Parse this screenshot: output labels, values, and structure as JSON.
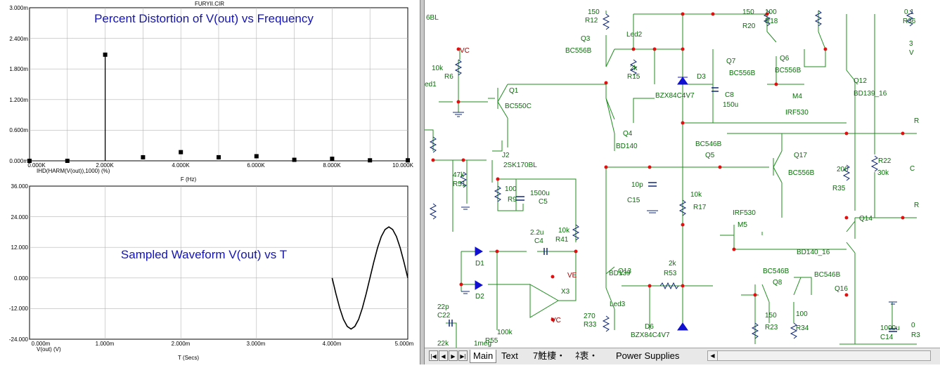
{
  "plot_window": {
    "file_title": "FURYII.CIR",
    "top_plot": {
      "title": "Percent Distortion of V(out) vs Frequency",
      "trace_label": "IHD(HARM(V(out)),1000) (%)",
      "xlabel": "F (Hz)",
      "y_ticks": [
        "3.000m",
        "2.400m",
        "1.800m",
        "1.200m",
        "0.600m",
        "0.000m"
      ],
      "x_ticks": [
        "0.000K",
        "2.000K",
        "4.000K",
        "6.000K",
        "8.000K",
        "10.000K"
      ]
    },
    "bottom_plot": {
      "title": "Sampled Waveform  V(out) vs T",
      "trace_label": "V(out) (V)",
      "xlabel": "T (Secs)",
      "y_ticks": [
        "36.000",
        "24.000",
        "12.000",
        "0.000",
        "-12.000",
        "-24.000"
      ],
      "x_ticks": [
        "0.000m",
        "1.000m",
        "2.000m",
        "3.000m",
        "4.000m",
        "5.000m"
      ]
    }
  },
  "chart_data": [
    {
      "type": "scatter",
      "title": "Percent Distortion of V(out) vs Frequency",
      "xlabel": "F (Hz)",
      "ylabel": "IHD(HARM(V(out)),1000) (%)",
      "xlim": [
        0,
        10000
      ],
      "ylim": [
        0,
        0.003
      ],
      "grid": true,
      "series": [
        {
          "name": "IHD(HARM(V(out)),1000) (%)",
          "x": [
            0,
            1000,
            2000,
            3000,
            4000,
            5000,
            6000,
            7000,
            8000,
            9000,
            10000
          ],
          "y": [
            0,
            0,
            0.00208,
            7e-05,
            0.00017,
            7e-05,
            9e-05,
            2e-05,
            4e-05,
            1e-05,
            1e-05
          ]
        }
      ],
      "stems": true
    },
    {
      "type": "line",
      "title": "Sampled Waveform  V(out) vs T",
      "xlabel": "T (Secs)",
      "ylabel": "V(out) (V)",
      "xlim": [
        0,
        0.005
      ],
      "ylim": [
        -24,
        36
      ],
      "grid": true,
      "series": [
        {
          "name": "V(out) (V)",
          "x": [
            0.004,
            0.00405,
            0.0041,
            0.00415,
            0.0042,
            0.00425,
            0.0043,
            0.00435,
            0.0044,
            0.00445,
            0.0045,
            0.00455,
            0.0046,
            0.00465,
            0.0047,
            0.00475,
            0.0048,
            0.00485,
            0.0049,
            0.00495,
            0.005
          ],
          "y": [
            0,
            -6.2,
            -11.8,
            -16.2,
            -19.0,
            -20.0,
            -19.0,
            -16.2,
            -11.8,
            -6.2,
            0,
            6.2,
            11.8,
            16.2,
            19.0,
            20.0,
            19.0,
            16.2,
            11.8,
            6.2,
            0
          ]
        }
      ]
    }
  ],
  "schematic": {
    "labels": [
      {
        "t": "6BL"
      },
      {
        "t": "VC"
      },
      {
        "t": "10k"
      },
      {
        "t": "R6"
      },
      {
        "t": "ed1"
      },
      {
        "t": "Q1"
      },
      {
        "t": "BC550C"
      },
      {
        "t": "150"
      },
      {
        "t": "R12"
      },
      {
        "t": "Q3"
      },
      {
        "t": "BC556B"
      },
      {
        "t": "Led2"
      },
      {
        "t": "2k"
      },
      {
        "t": "R15"
      },
      {
        "t": "D3"
      },
      {
        "t": "BZX84C4V7"
      },
      {
        "t": "C8"
      },
      {
        "t": "150u"
      },
      {
        "t": "Q4"
      },
      {
        "t": "BD140"
      },
      {
        "t": "150"
      },
      {
        "t": "R20"
      },
      {
        "t": "100"
      },
      {
        "t": "R18"
      },
      {
        "t": "Q7"
      },
      {
        "t": "BC556B"
      },
      {
        "t": "Q6"
      },
      {
        "t": "BC556B"
      },
      {
        "t": "M4"
      },
      {
        "t": "IRF530"
      },
      {
        "t": "Q12"
      },
      {
        "t": "BD139_16"
      },
      {
        "t": "0.1"
      },
      {
        "t": "R36"
      },
      {
        "t": "3"
      },
      {
        "t": "V"
      },
      {
        "t": "J2"
      },
      {
        "t": "2SK170BL"
      },
      {
        "t": "47k"
      },
      {
        "t": "R51"
      },
      {
        "t": "100"
      },
      {
        "t": "R9"
      },
      {
        "t": "1500u"
      },
      {
        "t": "C5"
      },
      {
        "t": "BC546B"
      },
      {
        "t": "Q5"
      },
      {
        "t": "Q17"
      },
      {
        "t": "BC556B"
      },
      {
        "t": "200"
      },
      {
        "t": "R35"
      },
      {
        "t": "R22"
      },
      {
        "t": "30k"
      },
      {
        "t": "C"
      },
      {
        "t": "10p"
      },
      {
        "t": "C15"
      },
      {
        "t": "10k"
      },
      {
        "t": "R17"
      },
      {
        "t": "IRF530"
      },
      {
        "t": "M5"
      },
      {
        "t": "Q14"
      },
      {
        "t": "BD140_16"
      },
      {
        "t": "2.2u"
      },
      {
        "t": "C4"
      },
      {
        "t": "10k"
      },
      {
        "t": "R41"
      },
      {
        "t": "D1"
      },
      {
        "t": "D2"
      },
      {
        "t": "VE"
      },
      {
        "t": "X3"
      },
      {
        "t": "VC"
      },
      {
        "t": "BD139"
      },
      {
        "t": "Q13"
      },
      {
        "t": "2k"
      },
      {
        "t": "R53"
      },
      {
        "t": "BC546B"
      },
      {
        "t": "Q8"
      },
      {
        "t": "BC546B"
      },
      {
        "t": "Q16"
      },
      {
        "t": "22p"
      },
      {
        "t": "C22"
      },
      {
        "t": "270"
      },
      {
        "t": "R33"
      },
      {
        "t": "Led3"
      },
      {
        "t": "D6"
      },
      {
        "t": "BZX84C4V7"
      },
      {
        "t": "150"
      },
      {
        "t": "R23"
      },
      {
        "t": "100"
      },
      {
        "t": "R34"
      },
      {
        "t": "1000u"
      },
      {
        "t": "C14"
      },
      {
        "t": "0"
      },
      {
        "t": "R3"
      },
      {
        "t": "22k"
      },
      {
        "t": "1meg"
      },
      {
        "t": "R55"
      },
      {
        "t": "100k"
      },
      {
        "t": "R"
      },
      {
        "t": "R"
      }
    ]
  },
  "tabs": {
    "items": [
      {
        "label": "Main"
      },
      {
        "label": "Text"
      },
      {
        "label": "7鮏棲・"
      },
      {
        "label": "ﾈ衷・"
      },
      {
        "label": "Power Supplies"
      }
    ]
  },
  "colors": {
    "plot_frame": "#000000",
    "plot_grid": "#b4b4b4",
    "plot_title": "#1414b4",
    "wire": "#1e8c1e",
    "node": "#e01010",
    "component": "#102878",
    "zener": "#1010d0",
    "label": "#0a6e0a"
  }
}
